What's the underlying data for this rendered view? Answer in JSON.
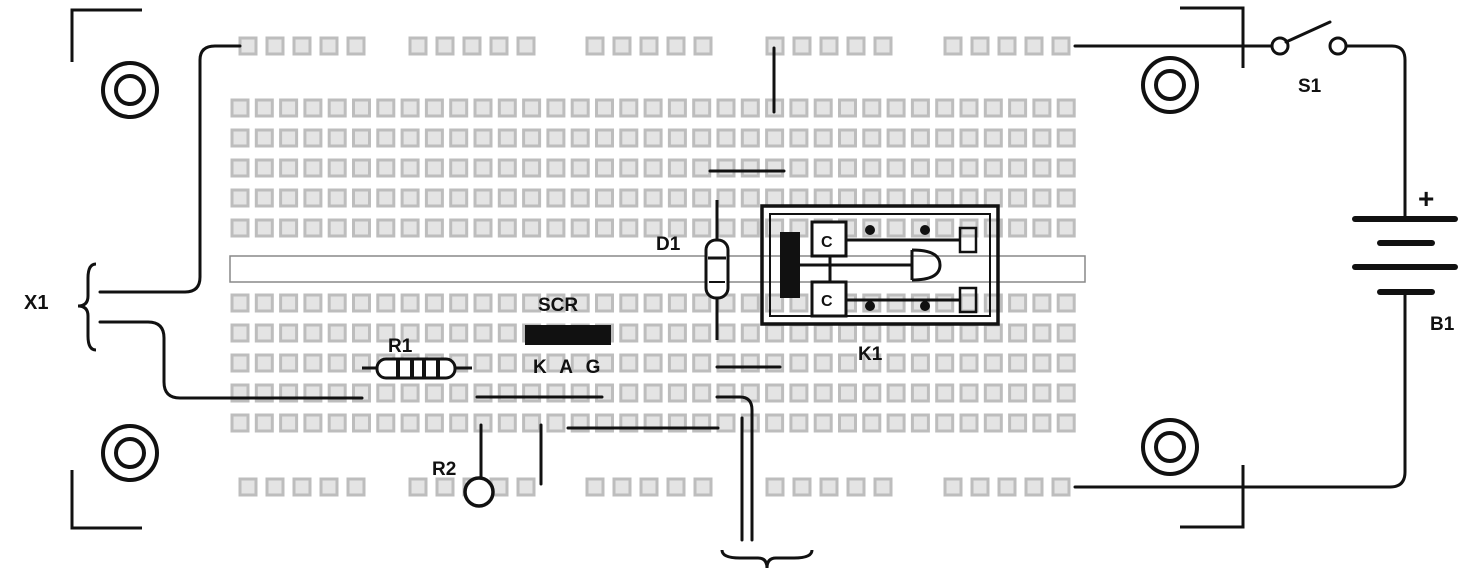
{
  "labels": {
    "x1": "X1",
    "r1": "R1",
    "r2": "R2",
    "scr": "SCR",
    "scr_pins": "K A G",
    "d1": "D1",
    "k1": "K1",
    "s1": "S1",
    "b1": "B1",
    "plus": "+",
    "relay_c1": "C",
    "relay_c2": "C"
  },
  "colors": {
    "ink": "#111111",
    "hole": "#bdbdbd",
    "hole_fill": "#e4e4e4"
  }
}
